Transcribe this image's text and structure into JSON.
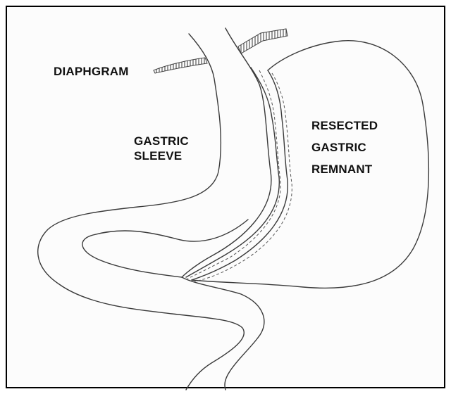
{
  "labels": {
    "diaphragm": "DIAPHGRAM",
    "sleeve_line1": "GASTRIC",
    "sleeve_line2": "SLEEVE",
    "remnant_line1": "RESECTED",
    "remnant_line2": "GASTRIC",
    "remnant_line3": "REMNANT"
  },
  "colors": {
    "outline": "#3a3a3a",
    "hatch": "#555555",
    "frame": "#000000"
  }
}
